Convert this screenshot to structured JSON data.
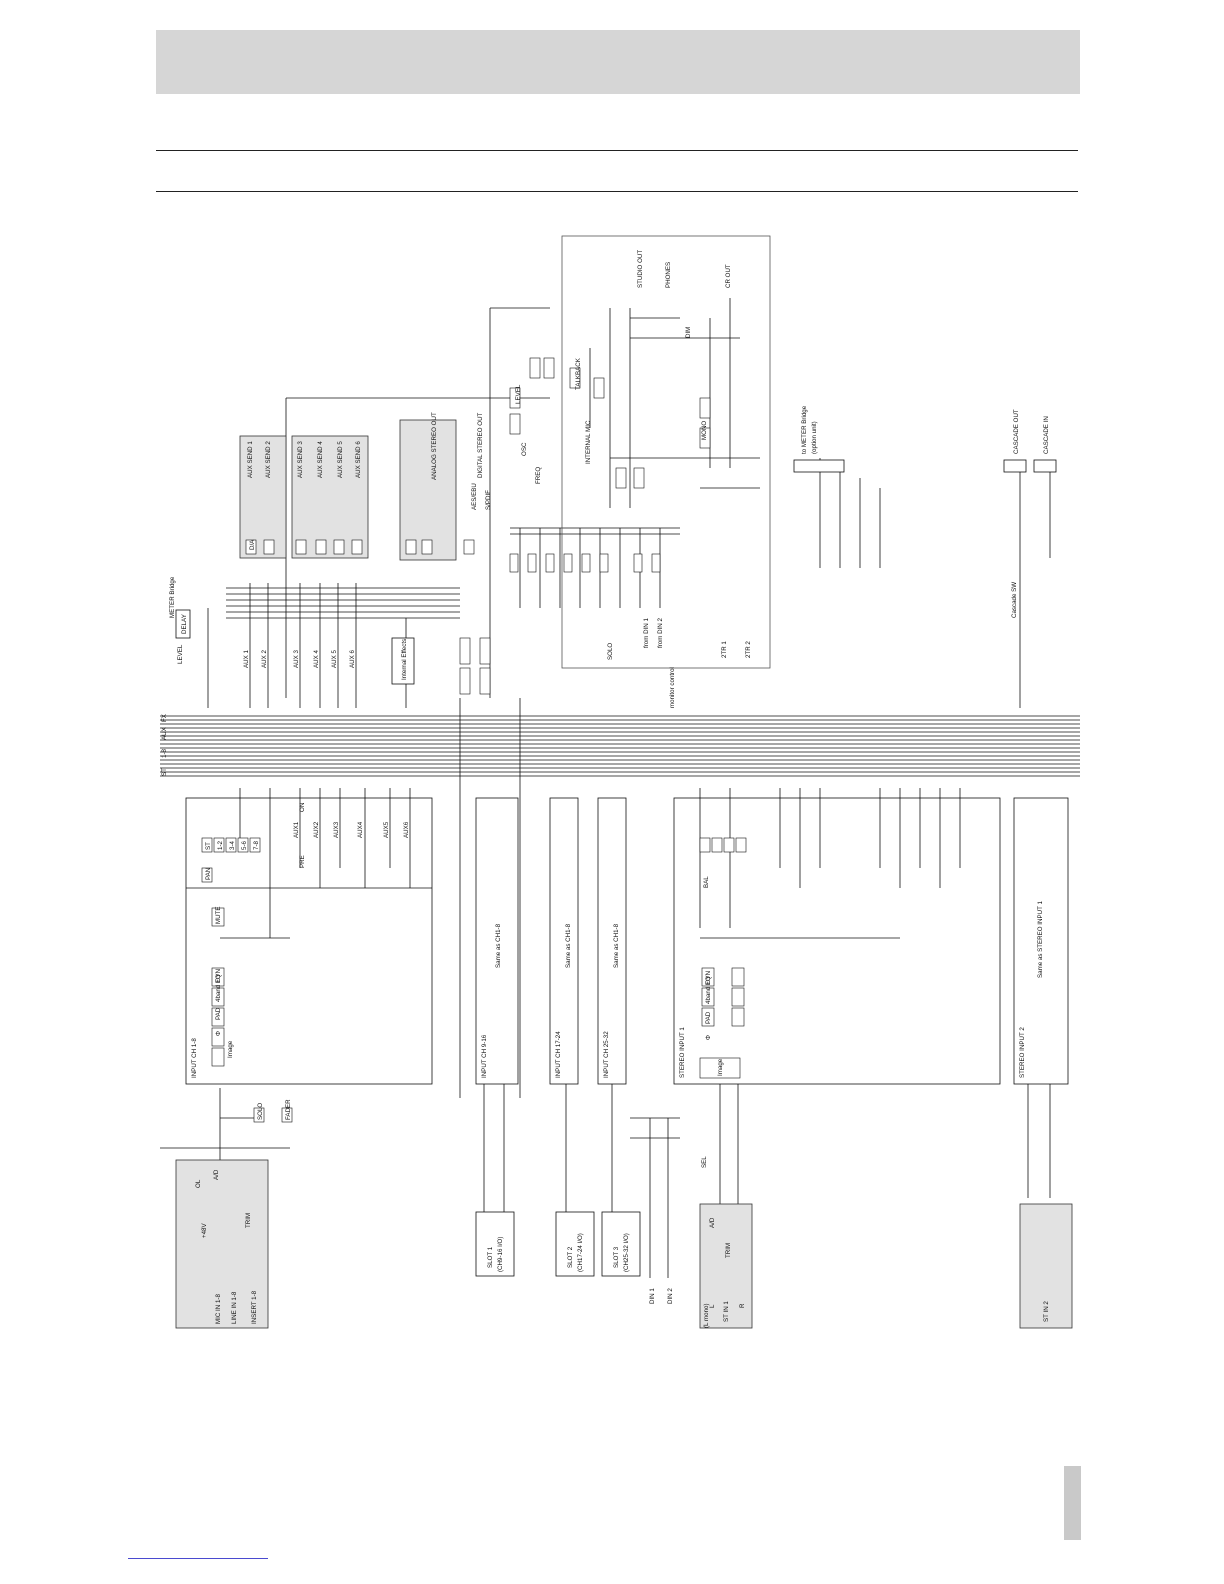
{
  "diagram": {
    "input_module": {
      "ch_label": "INPUT CH 1-8",
      "jacks": [
        "MIC IN 1-8",
        "LINE IN 1-8",
        "INSERT 1-8"
      ],
      "phantom": "+48V",
      "ol": "OL",
      "ad": "A/D",
      "trim": "TRIM",
      "chain": [
        "Image",
        "Φ",
        "PAD",
        "4band EQ",
        "DYN"
      ],
      "assign": [
        "ST",
        "1-2",
        "3-4",
        "5-6",
        "7-8"
      ],
      "mute": "MUTE",
      "solo": "SOLO",
      "fader": "FADER",
      "pan": "PAN",
      "aux_labels": [
        "AUX1",
        "AUX2",
        "AUX3",
        "AUX4",
        "AUX5",
        "AUX6"
      ],
      "pre": "PRE",
      "on": "ON"
    },
    "other_channels": [
      {
        "label": "INPUT CH 9-16",
        "note": "Same as CH1-8"
      },
      {
        "label": "INPUT CH 17-24",
        "note": "Same as CH1-8"
      },
      {
        "label": "INPUT CH 25-32",
        "note": "Same as CH1-8"
      }
    ],
    "slots": [
      {
        "label": "SLOT 1",
        "sub": "(CH9-16 I/O)"
      },
      {
        "label": "SLOT 2",
        "sub": "(CH17-24 I/O)"
      },
      {
        "label": "SLOT 3",
        "sub": "(CH25-32 I/O)"
      }
    ],
    "digital_in": [
      "DIN 1",
      "DIN 2"
    ],
    "stereo_input": {
      "label1": "STEREO INPUT 1",
      "label2": "STEREO INPUT 2",
      "note": "Same as STEREO INPUT 1",
      "jacks": [
        "ST IN 1",
        "ST IN 2"
      ],
      "lr": [
        "L",
        "R"
      ],
      "ad": "A/D",
      "image": "Image",
      "chain": [
        "Φ",
        "PAD",
        "4band EQ",
        "DYN"
      ],
      "bal": "BAL",
      "mono": "(L mono)",
      "trim": "TRIM",
      "sel": "SEL"
    },
    "aux_sends": [
      "AUX SEND 1",
      "AUX SEND 2",
      "AUX SEND 3",
      "AUX SEND 4",
      "AUX SEND 5",
      "AUX SEND 6"
    ],
    "da": "D/A",
    "analog_stereo_out": "ANALOG STEREO OUT",
    "digital_stereo_out": "DIGITAL STEREO OUT",
    "aes": "AES/EBU",
    "spdif": "S/PDIF",
    "monitor": {
      "studio_out": "STUDIO OUT",
      "phones": "PHONES",
      "cr_out": "CR OUT",
      "internal_mic": "INTERNAL MIC",
      "osc": "OSC",
      "talk": "TALKBACK",
      "dim": "DIM",
      "level": "LEVEL",
      "freq": "FREQ",
      "mono": "MONO",
      "2tr": [
        "2TR 1",
        "2TR 2"
      ],
      "monitor_control": "monitor control"
    },
    "bus_section": {
      "level": "LEVEL",
      "delay": "DELAY",
      "meter": "METER Bridge",
      "buses": [
        "ST",
        "1-8",
        "AUX",
        "FX"
      ],
      "aux_masters": [
        "AUX 1",
        "AUX 2",
        "AUX 3",
        "AUX 4",
        "AUX 5",
        "AUX 6"
      ],
      "internal_effects": "Internal Effects",
      "solo": "SOLO",
      "from_din": [
        "from DIN 1",
        "from DIN 2"
      ]
    },
    "meter_bridge": {
      "title": "to METER Bridge",
      "sub": "(option unit)"
    },
    "cascade": {
      "out": "CASCADE OUT",
      "in": "CASCADE IN",
      "sw": "Cascade SW"
    }
  },
  "colors": {
    "band": "#d6d6d6",
    "module": "#e2e2e2",
    "ink": "#111111"
  }
}
